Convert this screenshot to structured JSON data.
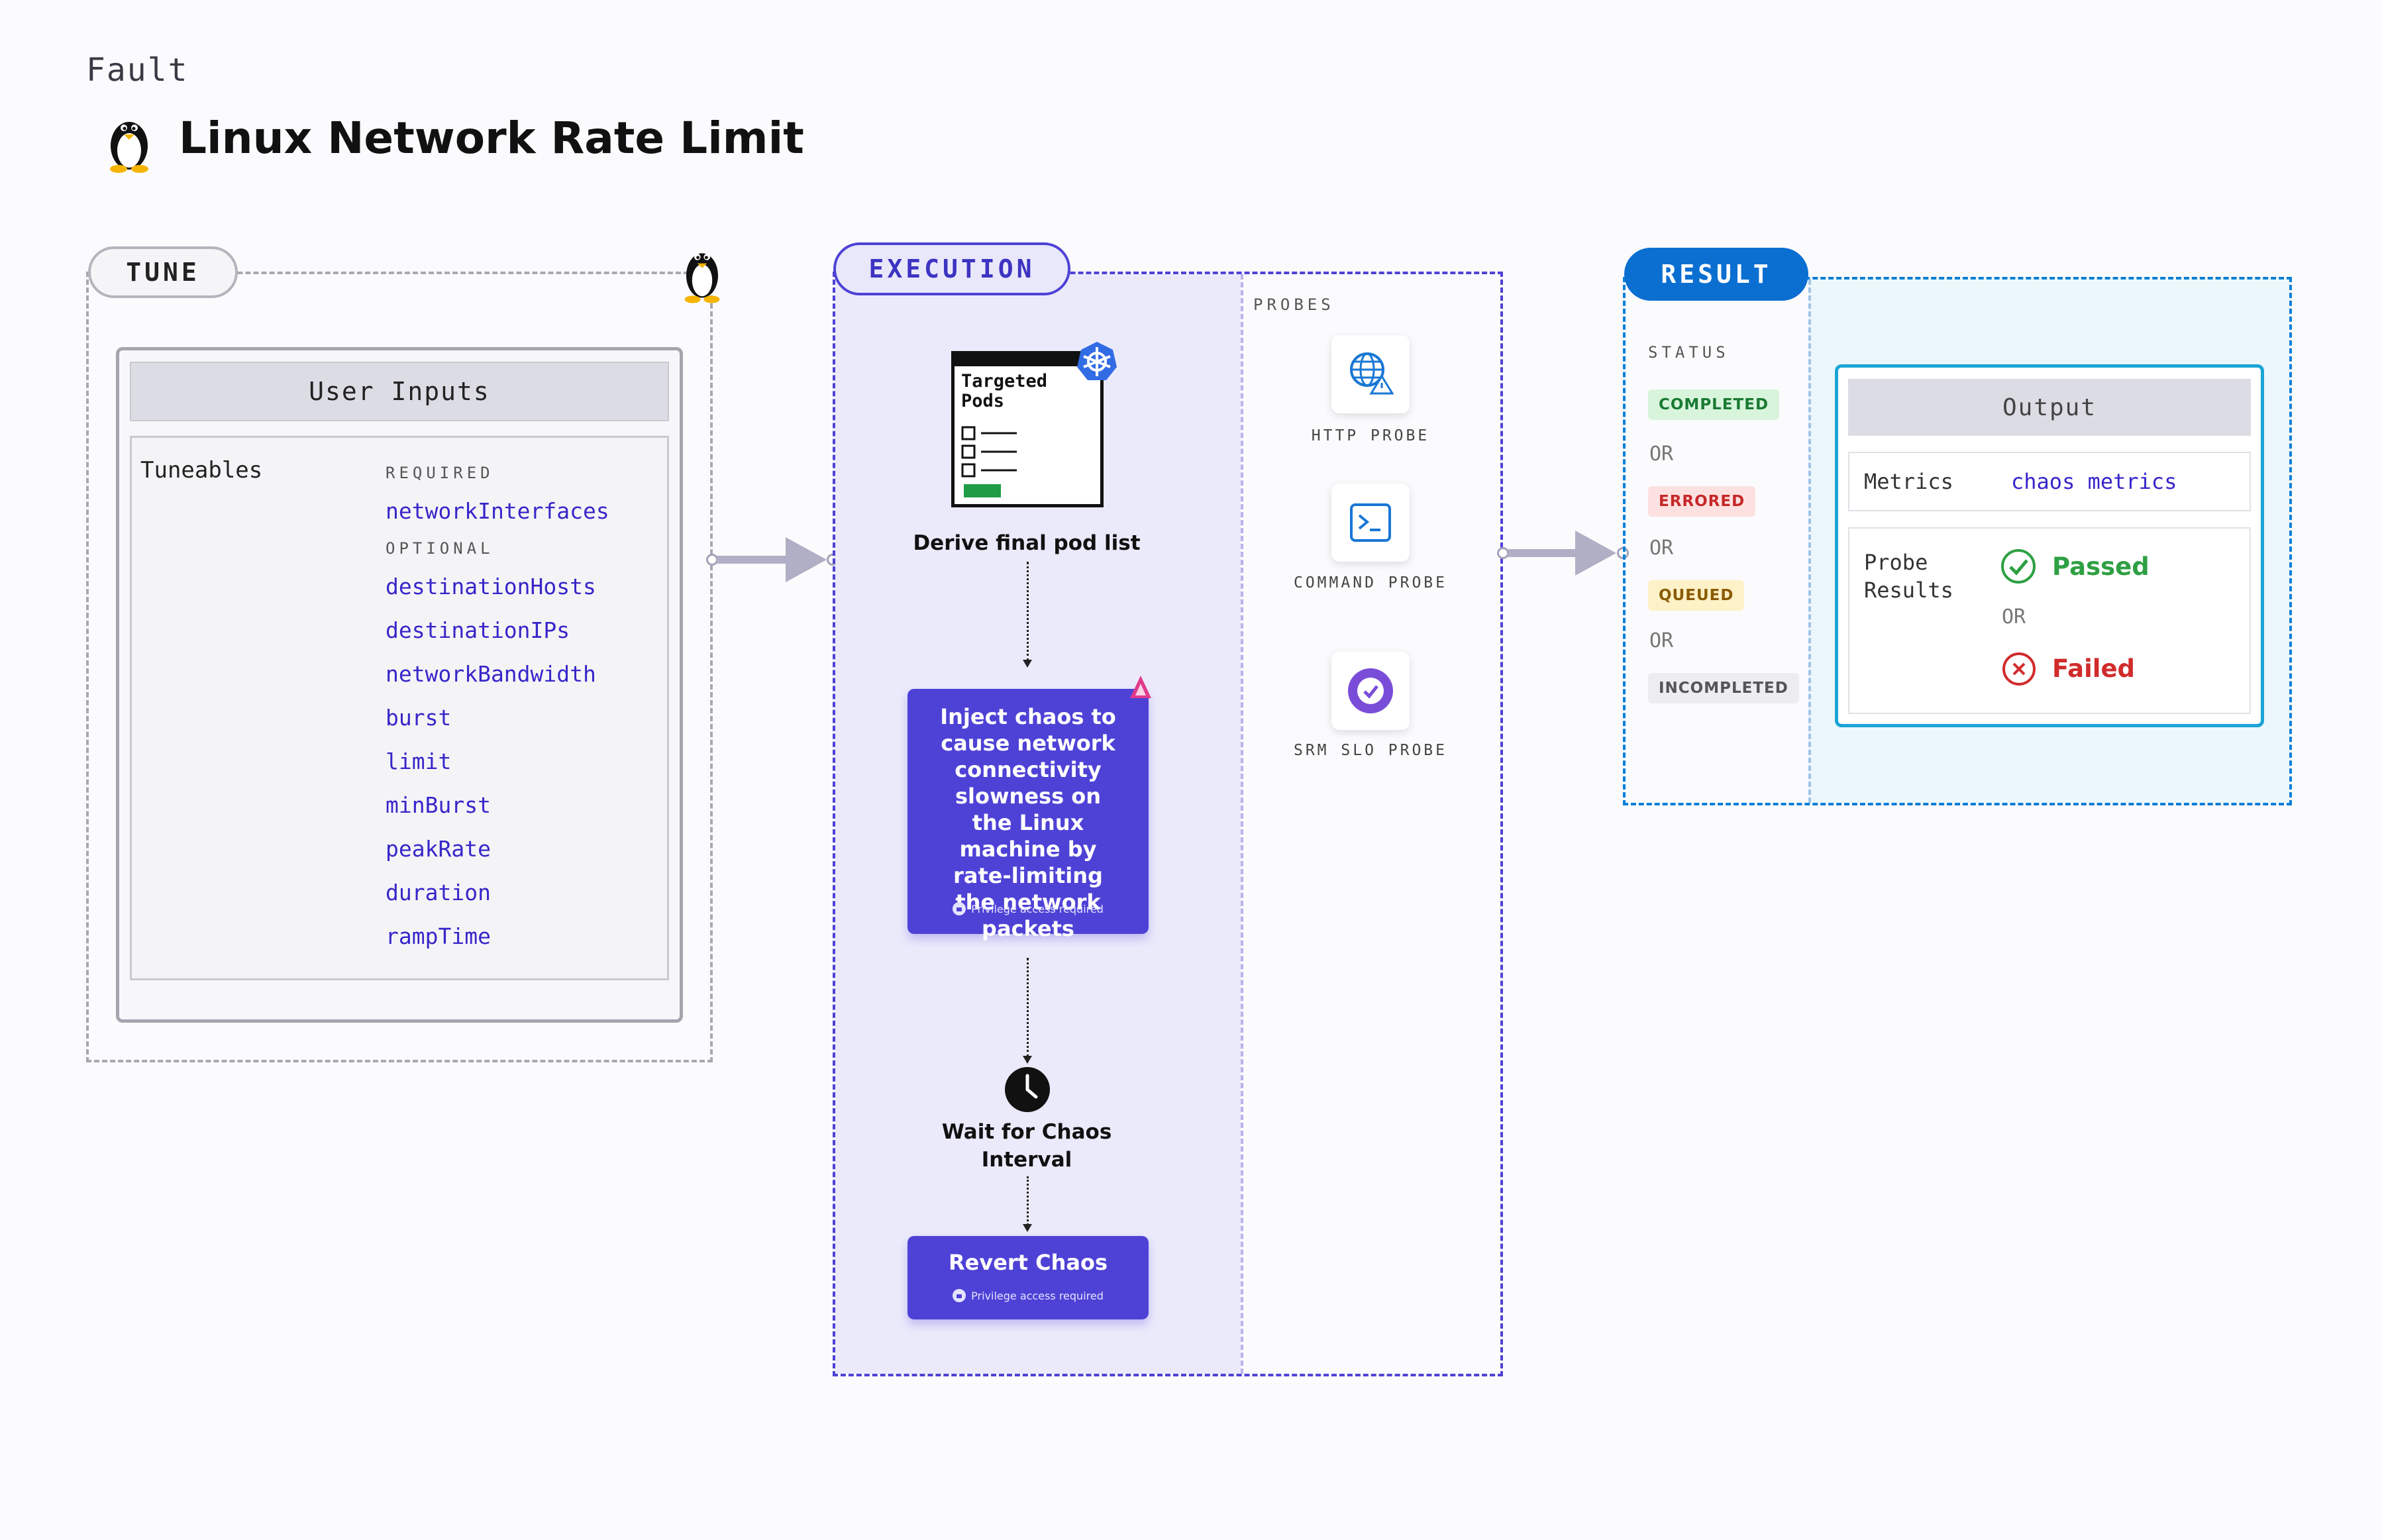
{
  "header": {
    "kicker": "Fault",
    "title": "Linux Network Rate Limit",
    "icon": "linux-penguin-icon"
  },
  "tune": {
    "pill": "TUNE",
    "panel_title": "User Inputs",
    "tuneables_label": "Tuneables",
    "required_label": "REQUIRED",
    "required": [
      "networkInterfaces"
    ],
    "optional_label": "OPTIONAL",
    "optional": [
      "destinationHosts",
      "destinationIPs",
      "networkBandwidth",
      "burst",
      "limit",
      "minBurst",
      "peakRate",
      "duration",
      "rampTime"
    ]
  },
  "execution": {
    "pill": "EXECUTION",
    "targeted_pods_label": "Targeted Pods",
    "step1": "Derive final pod list",
    "step2": "Inject chaos to cause network connectivity slowness on the Linux machine by rate-limiting the network packets",
    "step2_note": "Privilege access required",
    "step3": "Wait for Chaos Interval",
    "step4": "Revert Chaos",
    "step4_note": "Privilege access required",
    "probes_label": "PROBES",
    "probes": [
      {
        "label": "HTTP PROBE",
        "icon": "http-probe-icon"
      },
      {
        "label": "COMMAND PROBE",
        "icon": "command-probe-icon"
      },
      {
        "label": "SRM SLO PROBE",
        "icon": "srm-slo-probe-icon"
      }
    ]
  },
  "result": {
    "pill": "RESULT",
    "status_label": "STATUS",
    "statuses": [
      "COMPLETED",
      "ERRORED",
      "QUEUED",
      "INCOMPLETED"
    ],
    "or": "OR",
    "output_title": "Output",
    "metrics_label": "Metrics",
    "metrics_value": "chaos metrics",
    "probe_results_label": "Probe Results",
    "passed": "Passed",
    "failed": "Failed"
  },
  "colors": {
    "execution": "#4e42d6",
    "result": "#0b6fd1",
    "param": "#3726c9",
    "passed": "#2ea043",
    "failed": "#d12b2b"
  }
}
